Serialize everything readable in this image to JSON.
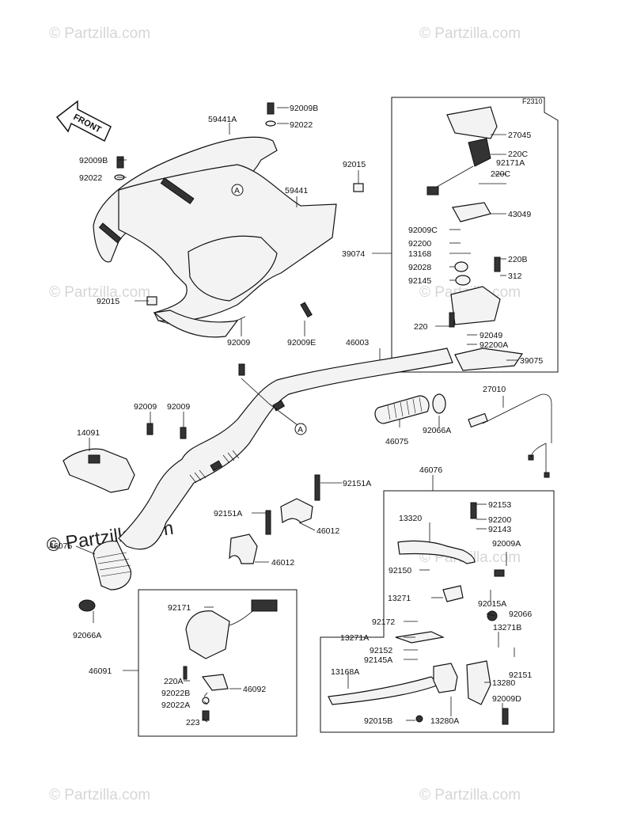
{
  "figure_code": "F2310",
  "front_label": "FRONT",
  "watermarks": {
    "top_left": "© Partzilla.com",
    "top_right": "© Partzilla.com",
    "mid_left": "© Partzilla.com",
    "mid_right": "© Partzilla.com",
    "center": "© Partzilla.com",
    "bottom_left": "© Partzilla.com",
    "bottom_right": "© Partzilla.com"
  },
  "labels": {
    "l92009B_top": "92009B",
    "l92022_top": "92022",
    "l59441A": "59441A",
    "l92009B_left": "92009B",
    "l92022_left": "92022",
    "l92015_right": "92015",
    "l59441": "59441",
    "l92015_left": "92015",
    "l92009_mid": "92009",
    "l92009E": "92009E",
    "l46003": "46003",
    "l92009_a": "92009",
    "l92009_b": "92009",
    "l14091": "14091",
    "l46075_left": "46075",
    "l92066A_left": "92066A",
    "l46075_mid": "46075",
    "l92066A_mid": "92066A",
    "l27010": "27010",
    "l92151A_right": "92151A",
    "l92151A_left": "92151A",
    "l46012_right": "46012",
    "l46012_left": "46012",
    "l46076": "46076",
    "l27045": "27045",
    "l220C_1": "220C",
    "l92171A": "92171A",
    "l220C_2": "220C",
    "l43049": "43049",
    "l92009C": "92009C",
    "l92200": "92200",
    "l13168": "13168",
    "l39074": "39074",
    "l220B": "220B",
    "l92028": "92028",
    "l312": "312",
    "l92145": "92145",
    "l220": "220",
    "l92049": "92049",
    "l92200A": "92200A",
    "l39075": "39075",
    "l92153": "92153",
    "l13320": "13320",
    "l92200_b": "92200",
    "l92143": "92143",
    "l92009A": "92009A",
    "l92150": "92150",
    "l13271": "13271",
    "l92015A": "92015A",
    "l92066": "92066",
    "l92172": "92172",
    "l13271B": "13271B",
    "l13271A": "13271A",
    "l92152": "92152",
    "l92145A": "92145A",
    "l92151": "92151",
    "l13168A": "13168A",
    "l13280": "13280",
    "l92009D": "92009D",
    "l92015B": "92015B",
    "l13280A": "13280A",
    "l92171": "92171",
    "l46091": "46091",
    "l220A": "220A",
    "l92022B": "92022B",
    "l46092": "46092",
    "l92022A": "92022A",
    "l223": "223",
    "callout_A_1": "A",
    "callout_A_2": "A"
  }
}
